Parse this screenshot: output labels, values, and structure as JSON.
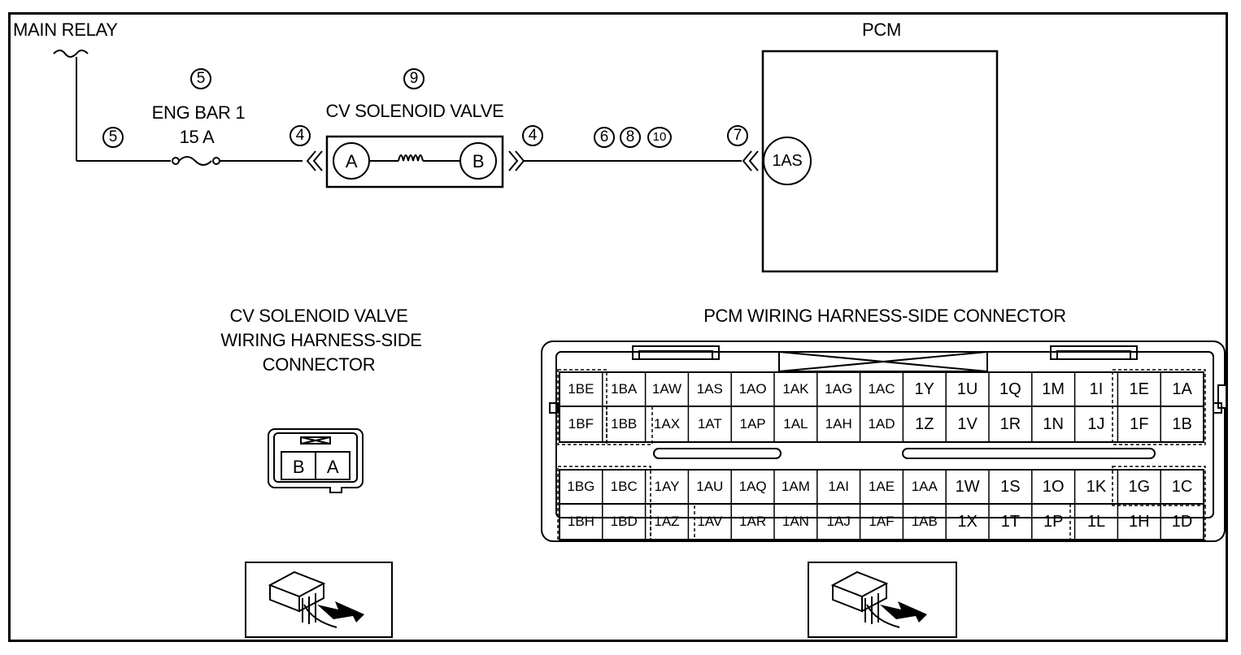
{
  "circuit": {
    "main_relay": "MAIN RELAY",
    "pcm_title": "PCM",
    "fuse_name": "ENG BAR 1",
    "fuse_rating": "15 A",
    "valve_title": "CV SOLENOID VALVE",
    "terminal_a": "A",
    "terminal_b": "B",
    "pcm_terminal": "1AS",
    "refs": {
      "fuse_ref": "5",
      "wire_ref": "5",
      "valve_ref": "9",
      "left_conn_ref": "4",
      "right_conn_ref": "4",
      "wire2_ref_a": "6",
      "wire2_ref_b": "8",
      "wire2_ref_c": "10",
      "pcm_conn_ref": "7"
    }
  },
  "cv_connector": {
    "title_line1": "CV SOLENOID VALVE",
    "title_line2": "WIRING HARNESS-SIDE",
    "title_line3": "CONNECTOR",
    "pins": [
      "B",
      "A"
    ]
  },
  "pcm_connector": {
    "title": "PCM WIRING HARNESS-SIDE CONNECTOR",
    "top_rows": [
      [
        "1BE",
        "1BA",
        "1AW",
        "1AS",
        "1AO",
        "1AK",
        "1AG",
        "1AC",
        "1Y",
        "1U",
        "1Q",
        "1M",
        "1I",
        "1E",
        "1A"
      ],
      [
        "1BF",
        "1BB",
        "1AX",
        "1AT",
        "1AP",
        "1AL",
        "1AH",
        "1AD",
        "1Z",
        "1V",
        "1R",
        "1N",
        "1J",
        "1F",
        "1B"
      ]
    ],
    "bottom_rows": [
      [
        "1BG",
        "1BC",
        "1AY",
        "1AU",
        "1AQ",
        "1AM",
        "1AI",
        "1AE",
        "1AA",
        "1W",
        "1S",
        "1O",
        "1K",
        "1G",
        "1C"
      ],
      [
        "1BH",
        "1BD",
        "1AZ",
        "1AV",
        "1AR",
        "1AN",
        "1AJ",
        "1AF",
        "1AB",
        "1X",
        "1T",
        "1P",
        "1L",
        "1H",
        "1D"
      ]
    ]
  },
  "icons": {
    "view_icon_left": "connector-view-arrow-icon",
    "view_icon_right": "connector-view-arrow-icon"
  }
}
